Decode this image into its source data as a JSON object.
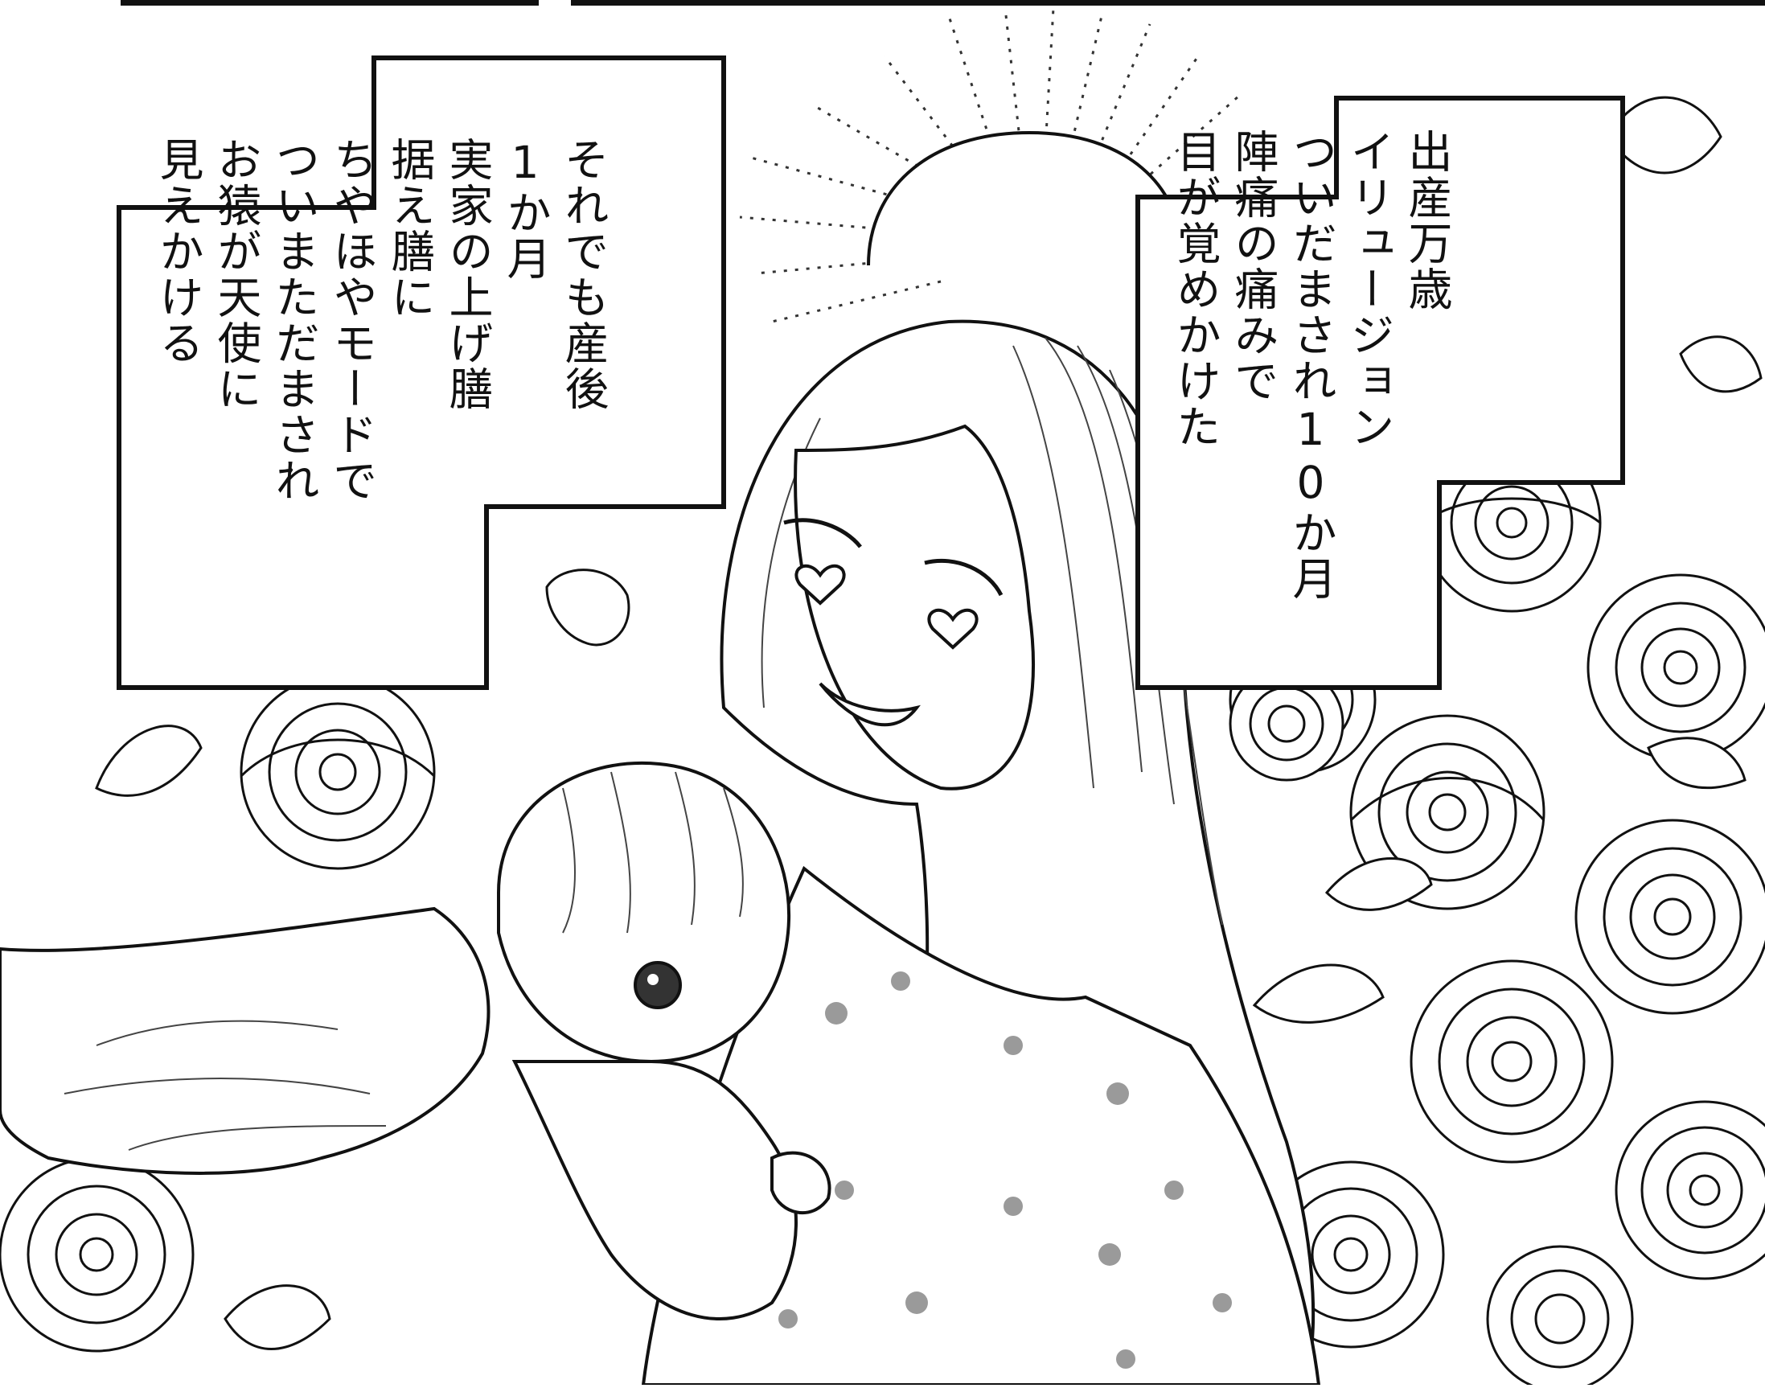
{
  "caption_left": {
    "lines": [
      "それでも産後",
      "1か月",
      "実家の上げ膳",
      "据え膳に",
      "",
      "ちやほやモードで",
      "ついまただまされ",
      "お猿が天使に",
      "見えかける"
    ]
  },
  "caption_right": {
    "lines": [
      "出産万歳",
      "イリュージョン",
      "",
      "ついだまされ10か月",
      "陣痛の痛みで",
      "目が覚めかけた"
    ]
  },
  "colors": {
    "ink": "#111111",
    "paper": "#ffffff",
    "tone": "#9a9a9a"
  },
  "illustration": {
    "mother_eye_icon": "heart-icon",
    "background_motif": "rose-icon",
    "wing_motif": "angel-wing-icon"
  }
}
